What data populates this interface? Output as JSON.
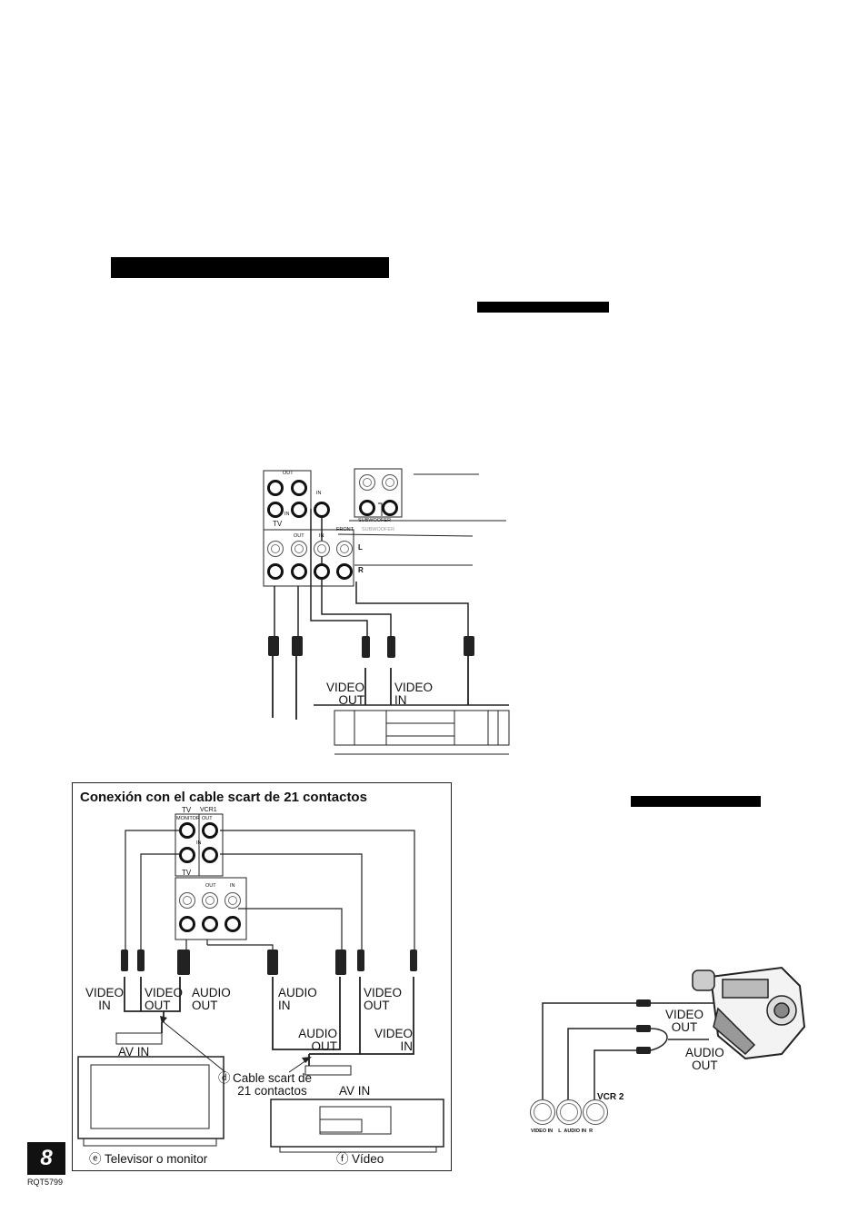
{
  "page": {
    "page_number": "8",
    "doc_code": "RQT5799"
  },
  "top_diagram": {
    "panel_labels": {
      "out": "OUT",
      "in": "IN",
      "tv": "TV",
      "subwoofer_in": "IN",
      "subwoofer": "SUBWOOFER",
      "subwoofer_label": "SUBWOOFER",
      "vcr_out": "OUT",
      "vcr_in": "IN",
      "front": "FRONT",
      "l": "L",
      "r": "R"
    },
    "video_out": "VIDEO\nOUT",
    "video_in": "VIDEO\nIN"
  },
  "scart_section": {
    "title": "Conexión con el cable scart de 21 contactos",
    "panel_labels": {
      "tv": "TV",
      "vcr1": "VCR1",
      "monitor": "MONITOR",
      "out": "OUT",
      "in": "IN",
      "tv2": "TV",
      "vcr_out": "OUT",
      "vcr_in": "IN"
    },
    "labels": {
      "video_in_left": "VIDEO\nIN",
      "video_out_left": "VIDEO\nOUT",
      "audio_out_left": "AUDIO\nOUT",
      "audio_in_right": "AUDIO\nIN",
      "video_out_right": "VIDEO\nOUT",
      "audio_out_right": "AUDIO\nOUT",
      "video_in_right": "VIDEO\nIN",
      "av_in_tv": "AV IN",
      "av_in_vcr": "AV IN",
      "cable_marker": "ⓓ",
      "cable": "Cable scart de\n21 contactos",
      "tv_marker": "ⓔ",
      "tv": "Televisor o monitor",
      "vcr_marker": "ⓕ",
      "vcr": "Vídeo"
    }
  },
  "camcorder": {
    "video_out": "VIDEO\nOUT",
    "audio_out": "AUDIO\nOUT",
    "vcr2": "VCR 2",
    "jack_labels": "VIDEO IN    L  AUDIO IN  R"
  },
  "colors": {
    "ink": "#111111",
    "paper": "#ffffff"
  }
}
